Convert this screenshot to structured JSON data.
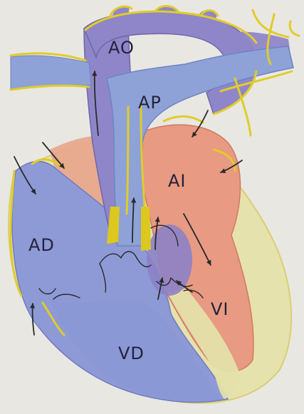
{
  "labels": {
    "ao": "AO",
    "ap": "AP",
    "ai": "AI",
    "ad": "AD",
    "vi": "VI",
    "vd": "VD"
  },
  "colors": {
    "paper": "#e9e7e2",
    "oxygenated_blood": "#e89a82",
    "deoxygenated_blood": "#8e9ad6",
    "aorta": "#8f86c9",
    "pulmonary_artery": "#8ea2d8",
    "heart_wall": "#e4e0aa",
    "fat_outline": "#e0cc2a",
    "pencil": "#2a2a2a"
  }
}
